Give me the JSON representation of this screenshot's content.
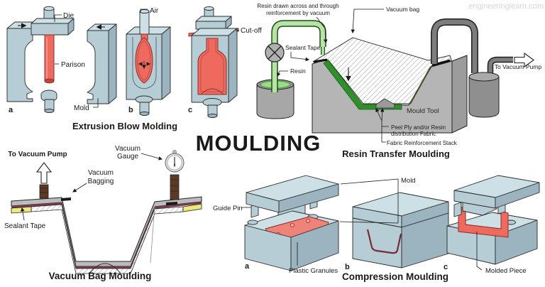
{
  "watermark": "engineeringlearn.com",
  "main_title": "MOULDING",
  "extrusion": {
    "title": "Extrusion Blow Molding",
    "die": "Die",
    "air": "Air",
    "cutoff": "Cut-off",
    "parison": "Parison",
    "mold": "Mold",
    "stage_a": "a",
    "stage_b": "b",
    "stage_c": "c"
  },
  "resin_transfer": {
    "title": "Resin Transfer Moulding",
    "drawn_line1": "Resin drawn across and through",
    "drawn_line2": "reinforcement by vacuum",
    "vacuum_bag": "Vacuum bag",
    "sealant_tape": "Sealant Tape",
    "resin": "Resin",
    "to_vacuum_pump": "To Vacuum Pump",
    "mould_tool": "Mould Tool",
    "peel_ply_line1": "Peel Ply and/or Resin",
    "peel_ply_line2": "distribution Fabric",
    "fabric_stack": "Fabric Reinforcement Stack"
  },
  "vacuum_bag": {
    "title": "Vacuum Bag Moulding",
    "to_vacuum_pump": "To Vacuum Pump",
    "gauge_line1": "Vacuum",
    "gauge_line2": "Gauge",
    "bagging_line1": "Vacuum",
    "bagging_line2": "Bagging",
    "sealant_tape": "Sealant Tape"
  },
  "compression": {
    "title": "Compression Moulding",
    "mold": "Mold",
    "guide_pin": "Guide Pin",
    "plastic_granules": "Plastic Granules",
    "molded_piece": "Molded Piece",
    "stage_a": "a",
    "stage_b": "b",
    "stage_c": "c"
  },
  "colors": {
    "mold_blue": "#b7cdd6",
    "mold_blue_top": "#cde0e6",
    "mold_blue_side": "#9cb4bf",
    "plastic_red": "#ee6a5f",
    "plastic_red_dark": "#8b2f28",
    "resin_green_dark": "#2f8f2b",
    "resin_green_tube": "#b7e3a3",
    "resin_green_liquid": "#98dd82",
    "tool_gray": "#b5b5b5",
    "pipe_gray": "#7d7d7d",
    "sealant_yellow": "#e9e97c",
    "bag_maroon": "#7c3a52",
    "bag_gray": "#bcbcbc",
    "fitting_brown": "#5c3a26"
  }
}
